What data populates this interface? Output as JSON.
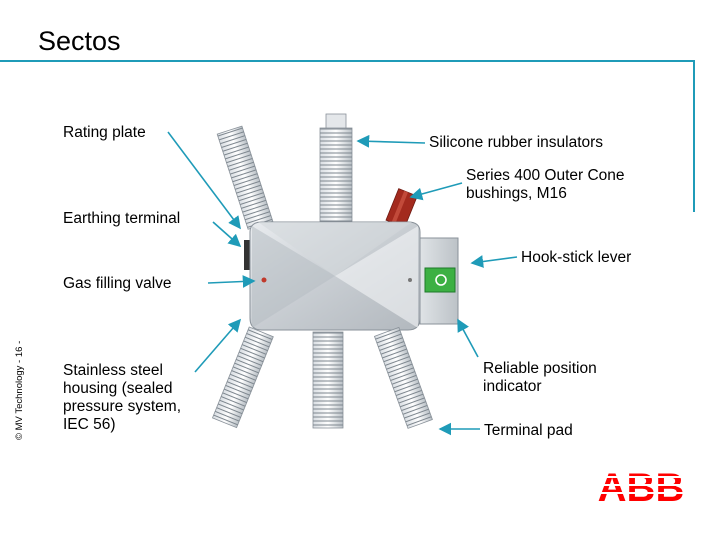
{
  "slide": {
    "title": "Sectos",
    "footer": "© MV Technology - 16 -"
  },
  "labels": {
    "rating_plate": "Rating plate",
    "earthing_terminal": "Earthing terminal",
    "gas_filling_valve": "Gas filling valve",
    "housing_line1": "Stainless steel",
    "housing_line2": "housing (sealed",
    "housing_line3": "pressure system,",
    "housing_line4": "IEC 56)",
    "insulators": "Silicone rubber insulators",
    "bushings_line1": "Series 400 Outer Cone",
    "bushings_line2": "bushings, M16",
    "hook_stick": "Hook-stick lever",
    "position_line1": "Reliable position",
    "position_line2": "indicator",
    "terminal_pad": "Terminal pad"
  },
  "logo": {
    "text": "ABB",
    "color": "#ff0000"
  },
  "colors": {
    "accent_rule": "#1f9bb8",
    "arrow": "#1f9bb8",
    "indicator_green": "#3cb043",
    "bushing_red": "#a32a1e"
  }
}
